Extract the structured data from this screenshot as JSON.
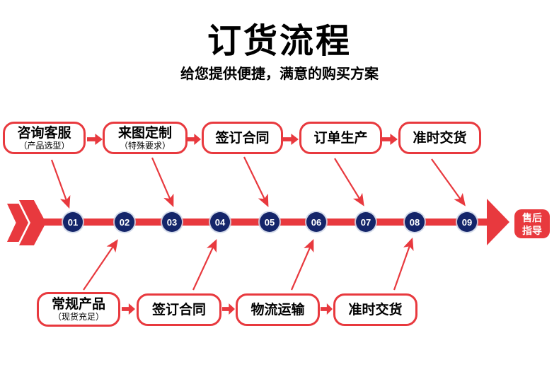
{
  "header": {
    "title": "订货流程",
    "subtitle": "给您提供便捷，满意的购买方案"
  },
  "colors": {
    "accent_red": "#e8393e",
    "node_navy": "#14256a",
    "text_black": "#000000",
    "background": "#ffffff"
  },
  "top_steps": [
    {
      "label": "咨询客服",
      "sublabel": "（产品选型）"
    },
    {
      "label": "来图定制",
      "sublabel": "（特殊要求）"
    },
    {
      "label": "签订合同",
      "sublabel": ""
    },
    {
      "label": "订单生产",
      "sublabel": ""
    },
    {
      "label": "准时交货",
      "sublabel": ""
    }
  ],
  "bottom_steps": [
    {
      "label": "常规产品",
      "sublabel": "（现货充足）"
    },
    {
      "label": "签订合同",
      "sublabel": ""
    },
    {
      "label": "物流运输",
      "sublabel": ""
    },
    {
      "label": "准时交货",
      "sublabel": ""
    }
  ],
  "timeline": {
    "numbers": [
      "01",
      "02",
      "03",
      "04",
      "05",
      "06",
      "07",
      "08",
      "09"
    ],
    "end_label": "售后指导"
  }
}
